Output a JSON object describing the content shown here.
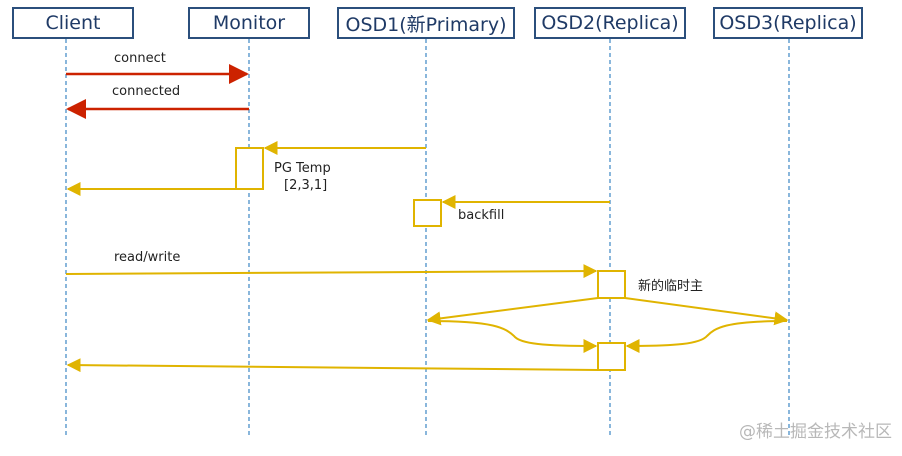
{
  "actors": [
    {
      "id": "client",
      "label": "Client"
    },
    {
      "id": "monitor",
      "label": "Monitor"
    },
    {
      "id": "osd1",
      "label": "OSD1(新Primary)"
    },
    {
      "id": "osd2",
      "label": "OSD2(Replica)"
    },
    {
      "id": "osd3",
      "label": "OSD3(Replica)"
    }
  ],
  "messages": {
    "connect": "connect",
    "connected": "connected",
    "pg_temp": "PG Temp",
    "pg_temp_set": "[2,3,1]",
    "backfill": "backfill",
    "read_write": "read/write",
    "temp_primary": "新的临时主"
  },
  "colors": {
    "actor_border": "#2b4f7c",
    "lifeline": "#4a90c8",
    "connect_arrow": "#cc2200",
    "flow_arrow": "#e0b400"
  },
  "watermark": "@稀土掘金技术社区"
}
